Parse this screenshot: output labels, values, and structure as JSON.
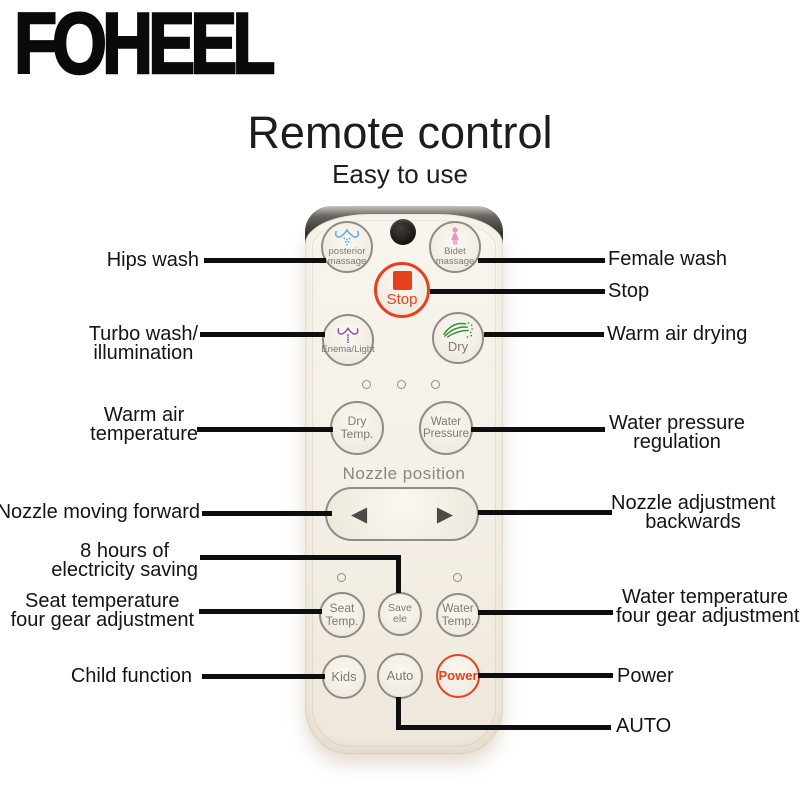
{
  "brand_logo": "FOHEEL",
  "title": "Remote control",
  "subtitle": "Easy to use",
  "remote": {
    "nozzle_position_label": "Nozzle position",
    "buttons": {
      "posterior_massage": {
        "line1": "posterior",
        "line2": "massage",
        "icon": "hips-spray-icon"
      },
      "bidet_massage": {
        "line1": "Bidet",
        "line2": "massage",
        "icon": "female-figure-icon"
      },
      "stop": {
        "label": "Stop",
        "icon": "stop-square-icon"
      },
      "enema_light": {
        "label": "Enema/Light",
        "icon": "hips-dots-icon"
      },
      "dry": {
        "label": "Dry",
        "icon": "warm-air-icon"
      },
      "dry_temp": {
        "line1": "Dry",
        "line2": "Temp."
      },
      "water_pressure": {
        "line1": "Water",
        "line2": "Pressure"
      },
      "nozzle_left": {
        "glyph": "◀",
        "icon": "left-arrow-icon"
      },
      "nozzle_right": {
        "glyph": "▶",
        "icon": "right-arrow-icon"
      },
      "seat_temp": {
        "line1": "Seat",
        "line2": "Temp."
      },
      "save_ele": {
        "label": "Save ele"
      },
      "water_temp": {
        "line1": "Water",
        "line2": "Temp."
      },
      "kids": {
        "label": "Kids"
      },
      "auto": {
        "label": "Auto"
      },
      "power": {
        "label": "Power"
      }
    }
  },
  "callouts": {
    "left": [
      {
        "name": "hips-wash",
        "lines": [
          "Hips wash"
        ]
      },
      {
        "name": "turbo-wash-illumination",
        "lines": [
          "Turbo wash/",
          "illumination"
        ]
      },
      {
        "name": "warm-air-temperature",
        "lines": [
          "Warm air",
          "temperature"
        ]
      },
      {
        "name": "nozzle-moving-forward",
        "lines": [
          "Nozzle moving forward"
        ]
      },
      {
        "name": "eight-hours-electricity-saving",
        "lines": [
          "8 hours of",
          "electricity saving"
        ]
      },
      {
        "name": "seat-temperature-four-gear-adjustment",
        "lines": [
          "Seat temperature",
          "four gear adjustment"
        ]
      },
      {
        "name": "child-function",
        "lines": [
          "Child function"
        ]
      }
    ],
    "right": [
      {
        "name": "female-wash",
        "lines": [
          "Female wash"
        ]
      },
      {
        "name": "stop",
        "lines": [
          "Stop"
        ]
      },
      {
        "name": "warm-air-drying",
        "lines": [
          "Warm air drying"
        ]
      },
      {
        "name": "water-pressure-regulation",
        "lines": [
          "Water pressure",
          "regulation"
        ]
      },
      {
        "name": "nozzle-adjustment-backwards",
        "lines": [
          "Nozzle adjustment",
          "backwards"
        ]
      },
      {
        "name": "water-temperature-four-gear-adjustment",
        "lines": [
          "Water temperature",
          "four gear adjustment"
        ]
      },
      {
        "name": "power",
        "lines": [
          "Power"
        ]
      },
      {
        "name": "auto",
        "lines": [
          "AUTO"
        ]
      }
    ]
  },
  "colors": {
    "accent_red": "#e7401d",
    "icon_blue": "#58aadf",
    "icon_pink": "#f291c2",
    "icon_purple": "#8a4f9e",
    "icon_green": "#2f8f33",
    "callout_line": "#0e0e0e",
    "remote_body": "#f4efe6",
    "button_ring_gray": "#8f8c87"
  }
}
